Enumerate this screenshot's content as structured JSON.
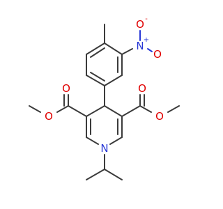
{
  "atoms": {
    "nitro_n": "N",
    "nitro_n_charge": "+",
    "nitro_o_top": "O",
    "nitro_o_top_charge": "-",
    "nitro_o_bottom": "O",
    "ester_left_carbonyl_o": "O",
    "ester_left_ether_o": "O",
    "ester_right_carbonyl_o": "O",
    "ester_right_ether_o": "O",
    "ring_n": "N"
  },
  "colors": {
    "bond": "#3b3b3b",
    "oxygen": "#e00000",
    "nitrogen": "#2838d6"
  }
}
